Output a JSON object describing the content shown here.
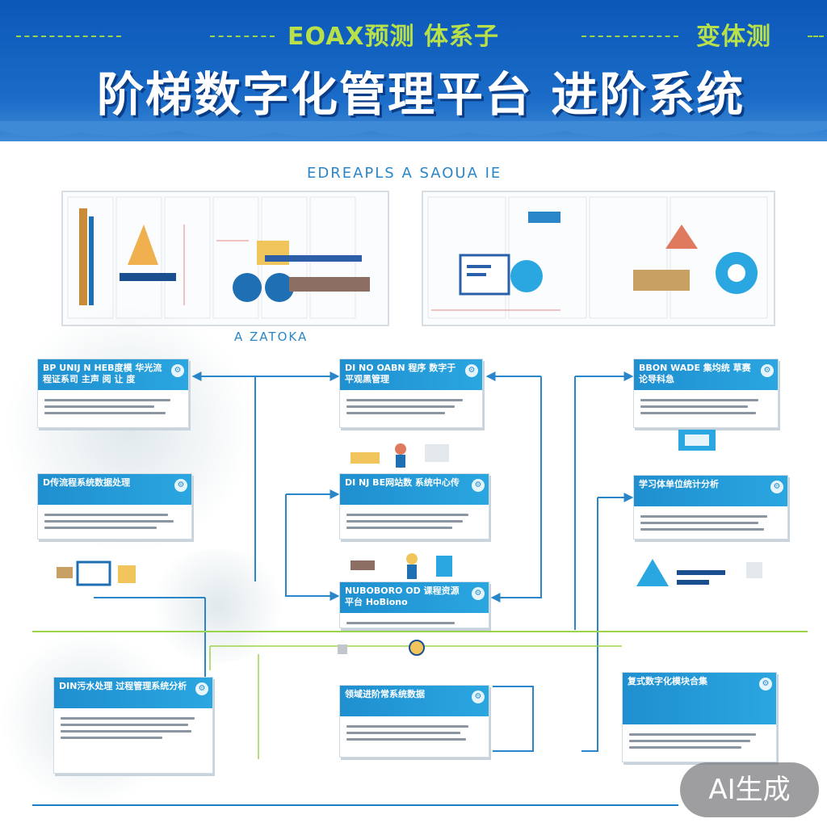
{
  "header": {
    "top_left": "EOAX预测 体系子",
    "top_right": "变体测",
    "title": "阶梯数字化管理平台 进阶系统"
  },
  "section_label": "EDREAPLS A SAOUA IE",
  "panel_caption": "A ZATOKA",
  "cards": [
    {
      "id": "c1",
      "title": "BP UNIJ N HEB度模 华光流程证系司 主声 阅 让 度"
    },
    {
      "id": "c2",
      "title": "DI NO OABN 程序 数字于平观黑管理"
    },
    {
      "id": "c3",
      "title": "BBON WADE 集均统 草赛论导科急"
    },
    {
      "id": "c4",
      "title": "D传流程系统数据处理"
    },
    {
      "id": "c5",
      "title": "DI NJ BE网站数 系统中心传"
    },
    {
      "id": "c6",
      "title": "学习体单位统计分析"
    },
    {
      "id": "c7",
      "title": "NUBOBORO OD 课程资源平台 HoBiono"
    },
    {
      "id": "c8",
      "title": "DIN污水处理 过程管理系统分析"
    },
    {
      "id": "c9",
      "title": "领域进阶常系统数据"
    },
    {
      "id": "c10",
      "title": "复式数字化模块合集"
    }
  ],
  "badge": "AI生成",
  "colors": {
    "banner": "#0b57b8",
    "card_header": "#1f8fd0",
    "connector": "#2a86c9",
    "accent_line": "#9bd34a"
  }
}
